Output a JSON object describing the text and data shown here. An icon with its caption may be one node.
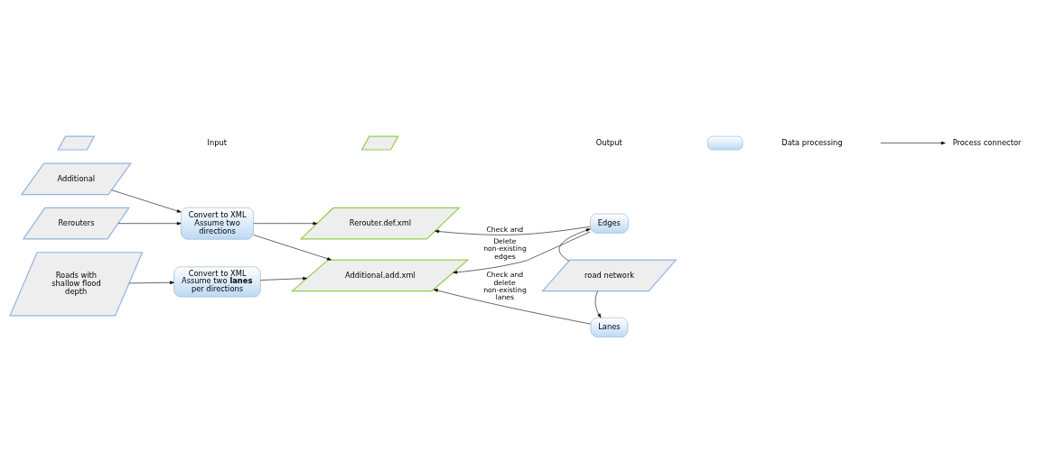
{
  "diagram": {
    "nodes": [
      {
        "text": [
          "Rerouters"
        ]
      },
      {
        "text": [
          "Additional"
        ]
      },
      {
        "text": [
          "Convert to XML Assume two directions"
        ]
      },
      {
        "text": [
          "Roads with shallow flood depth"
        ]
      },
      {
        "text": [
          "Convert to XML Assume two **lanes** per directions"
        ]
      },
      {
        "text": [
          "Rerouter.def.xml"
        ]
      },
      {
        "text": [
          "Additional.add.xml"
        ]
      },
      {
        "text": [
          "Edges"
        ]
      },
      {
        "text": [
          "road network"
        ]
      },
      {
        "text": [
          "Lanes"
        ]
      }
    ],
    "edges": [
      {
        "from": 0,
        "to": 2,
        "arrow": "to"
      },
      {
        "from": 1,
        "to": 2,
        "arrow": "to"
      },
      {
        "from": 3,
        "to": 4,
        "arrow": "to"
      },
      {
        "from": 2,
        "to": 5,
        "arrow": "to"
      },
      {
        "from": 2,
        "to": 6,
        "arrow": "to"
      },
      {
        "from": 4,
        "to": 6,
        "arrow": "to"
      },
      {
        "from": 8,
        "to": 7,
        "arrow": "to"
      },
      {
        "from": 8,
        "to": 9,
        "arrow": "to"
      },
      {
        "from": 7,
        "to": 5,
        "arrow": "to",
        "label": "Check and"
      },
      {
        "from": 7,
        "to": 6,
        "arrow": "to",
        "label": "Delete non-existing edges"
      },
      {
        "from": 9,
        "to": 6,
        "arrow": "to",
        "label": "Check and delete non-existing lanes"
      }
    ],
    "legend": [
      {
        "text": "Input"
      },
      {
        "text": "Output"
      },
      {
        "text": "Data processing"
      },
      {
        "text": "Process connector"
      }
    ]
  }
}
